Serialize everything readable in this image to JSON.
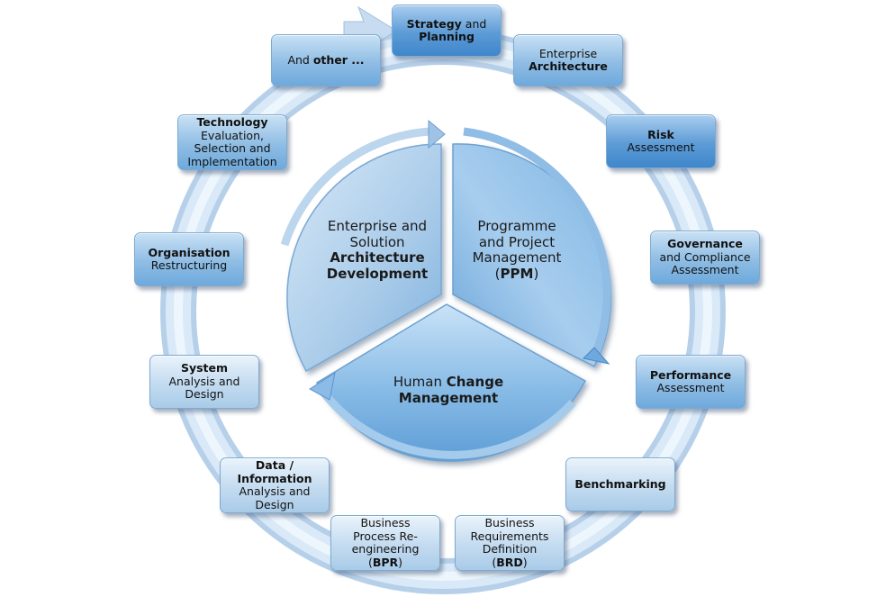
{
  "center": {
    "left": {
      "line1": "Enterprise and",
      "line2": "Solution",
      "line3": "Architecture",
      "line4": "Development"
    },
    "right": {
      "line1": "Programme",
      "line2": "and Project",
      "line3": "Management",
      "line4_open": "(",
      "line4_bold": "PPM",
      "line4_close": ")"
    },
    "bottom": {
      "line1_normal": "Human ",
      "line1_bold": "Change",
      "line2": "Management"
    }
  },
  "boxes": {
    "strategy": {
      "bold1": "Strategy",
      "normal1": " and",
      "bold2": "Planning"
    },
    "enterprise": {
      "normal1": "Enterprise",
      "bold1": "Architecture"
    },
    "risk": {
      "bold1": "Risk",
      "normal1": "Assessment"
    },
    "governance": {
      "bold1": "Governance",
      "normal1": "and Compliance",
      "normal2": "Assessment"
    },
    "performance": {
      "bold1": "Performance",
      "normal1": "Assessment"
    },
    "benchmarking": {
      "bold1": "Benchmarking"
    },
    "brd": {
      "normal1": "Business",
      "normal2": "Requirements",
      "normal3": "Definition",
      "open": "(",
      "bold1": "BRD",
      "close": ")"
    },
    "bpr": {
      "normal1": "Business",
      "normal2": "Process Re-",
      "normal3": "engineering",
      "open": "(",
      "bold1": "BPR",
      "close": ")"
    },
    "data": {
      "bold1": "Data /",
      "bold2": "Information",
      "normal1": "Analysis and",
      "normal2": "Design"
    },
    "system": {
      "bold1": "System",
      "normal1": "Analysis and",
      "normal2": "Design"
    },
    "organisation": {
      "bold1": "Organisation",
      "normal1": "Restructuring"
    },
    "technology": {
      "bold1": "Technology",
      "normal1": "Evaluation,",
      "normal2": "Selection and",
      "normal3": "Implementation"
    },
    "other": {
      "normal1": "And ",
      "bold1": "other ..."
    }
  }
}
